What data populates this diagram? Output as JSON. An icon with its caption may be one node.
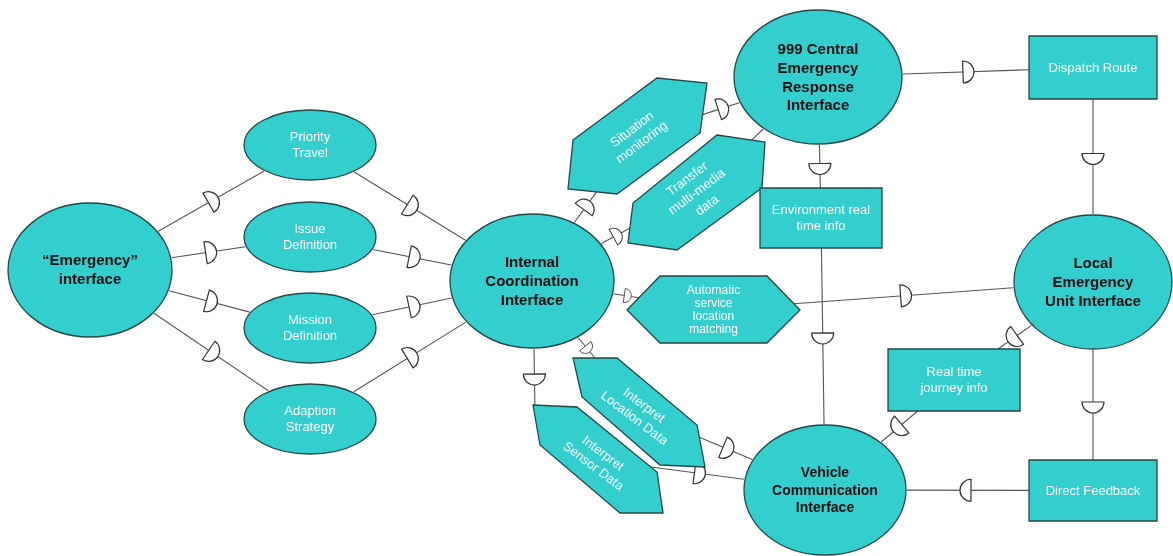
{
  "diagram": {
    "nodes": [
      {
        "text": [
          "“Emergency” interface"
        ]
      },
      {
        "text": [
          "Priority Travel"
        ]
      },
      {
        "text": [
          "Issue Definition"
        ]
      },
      {
        "text": [
          "Mission Definition"
        ]
      },
      {
        "text": [
          "Adaption Strategy"
        ]
      },
      {
        "text": [
          "Internal Coordination Interface"
        ]
      },
      {
        "text": [
          "Situation monitoring"
        ]
      },
      {
        "text": [
          "Transfer multi-media data"
        ]
      },
      {
        "text": [
          "999 Central Emergency Response Interface"
        ]
      },
      {
        "text": [
          "Environment real time info"
        ]
      },
      {
        "text": [
          "Automatic service location matching"
        ]
      },
      {
        "text": [
          "Dispatch Route"
        ]
      },
      {
        "text": [
          "Local Emergency Unit Interface"
        ]
      },
      {
        "text": [
          "Interpret Location Data"
        ]
      },
      {
        "text": [
          "Interpret Sensor Data"
        ]
      },
      {
        "text": [
          "Real time journey info"
        ]
      },
      {
        "text": [
          "Vehicle Communication Interface"
        ]
      },
      {
        "text": [
          "Direct Feedback"
        ]
      }
    ],
    "edges": [
      {
        "from": 0,
        "to": 1,
        "arrow": "none"
      },
      {
        "from": 0,
        "to": 2,
        "arrow": "none"
      },
      {
        "from": 0,
        "to": 3,
        "arrow": "none"
      },
      {
        "from": 0,
        "to": 4,
        "arrow": "none"
      },
      {
        "from": 1,
        "to": 5,
        "arrow": "none"
      },
      {
        "from": 2,
        "to": 5,
        "arrow": "none"
      },
      {
        "from": 3,
        "to": 5,
        "arrow": "none"
      },
      {
        "from": 4,
        "to": 5,
        "arrow": "none"
      },
      {
        "from": 5,
        "to": 6,
        "arrow": "none"
      },
      {
        "from": 6,
        "to": 8,
        "arrow": "none"
      },
      {
        "from": 5,
        "to": 7,
        "arrow": "none"
      },
      {
        "from": 7,
        "to": 8,
        "arrow": "none"
      },
      {
        "from": 5,
        "to": 10,
        "arrow": "none"
      },
      {
        "from": 10,
        "to": 12,
        "arrow": "none"
      },
      {
        "from": 8,
        "to": 9,
        "arrow": "none"
      },
      {
        "from": 9,
        "to": 16,
        "arrow": "none"
      },
      {
        "from": 8,
        "to": 11,
        "arrow": "none"
      },
      {
        "from": 11,
        "to": 12,
        "arrow": "none"
      },
      {
        "from": 12,
        "to": 15,
        "arrow": "none"
      },
      {
        "from": 15,
        "to": 16,
        "arrow": "none"
      },
      {
        "from": 12,
        "to": 17,
        "arrow": "none"
      },
      {
        "from": 17,
        "to": 16,
        "arrow": "none"
      },
      {
        "from": 5,
        "to": 14,
        "arrow": "none"
      },
      {
        "from": 5,
        "to": 13,
        "arrow": "none"
      },
      {
        "from": 13,
        "to": 16,
        "arrow": "none"
      },
      {
        "from": 14,
        "to": 16,
        "arrow": "none"
      }
    ]
  }
}
